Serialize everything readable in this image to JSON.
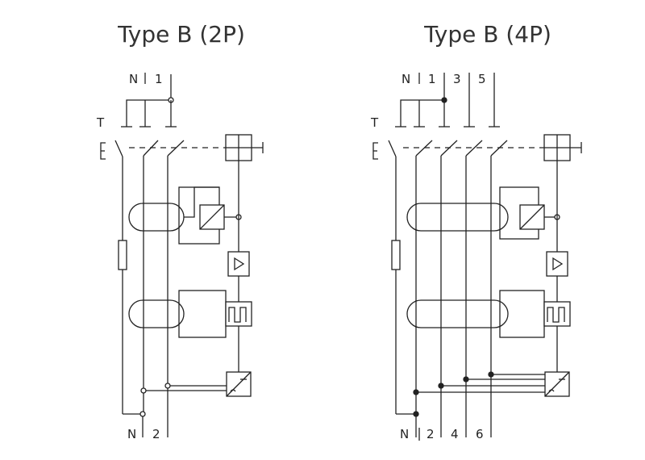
{
  "diagrams": [
    {
      "title": "Type B (2P)",
      "test_label": "T",
      "top_terminals": [
        "N",
        "1"
      ],
      "bottom_terminals": [
        "N",
        "2"
      ]
    },
    {
      "title": "Type B (4P)",
      "test_label": "T",
      "top_terminals": [
        "N",
        "1",
        "3",
        "5"
      ],
      "bottom_terminals": [
        "N",
        "2",
        "4",
        "6"
      ]
    }
  ]
}
